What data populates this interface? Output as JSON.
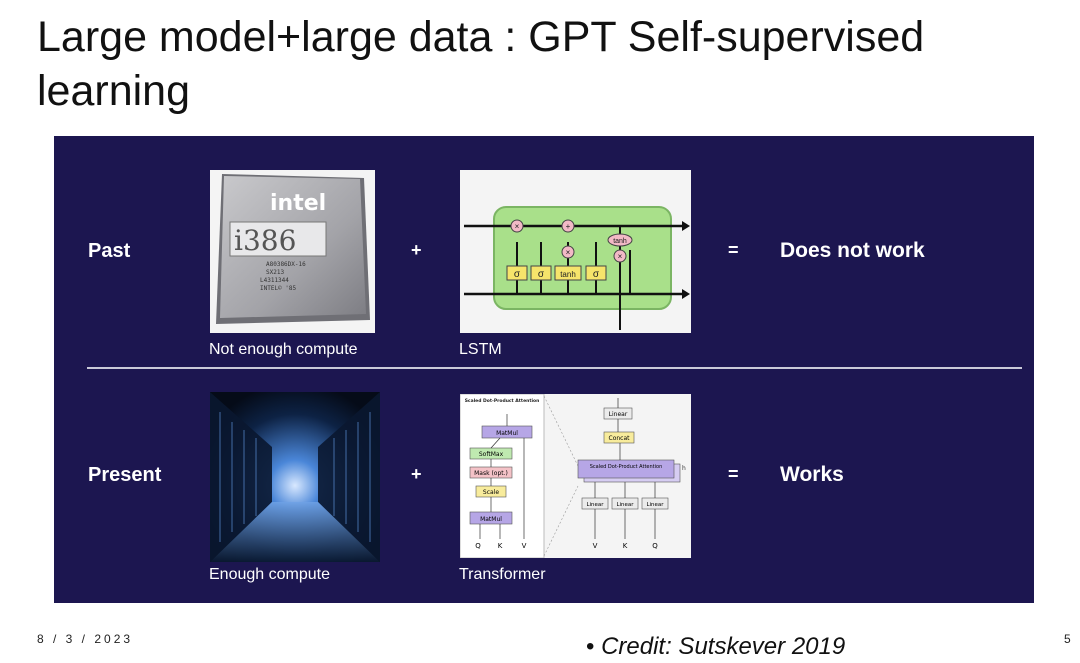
{
  "slide": {
    "title": "Large model+large data : GPT Self-supervised learning",
    "date": "8 / 3 / 2023",
    "page_number": "5",
    "credit_bullet": "•",
    "credit": "Credit: Sutskever 2019"
  },
  "rows": [
    {
      "label": "Past",
      "plus": "+",
      "equals": "=",
      "result": "Does not work",
      "left_caption": "Not enough compute",
      "right_caption": "LSTM"
    },
    {
      "label": "Present",
      "plus": "+",
      "equals": "=",
      "result": "Works",
      "left_caption": "Enough compute",
      "right_caption": "Transformer"
    }
  ],
  "chip": {
    "brand": "intel",
    "model": "i386",
    "lines": [
      "A80386DX-16",
      "SX213",
      "L4311344",
      "INTEL© '85"
    ]
  },
  "lstm": {
    "gates": [
      "σ",
      "σ",
      "tanh",
      "σ"
    ],
    "ops": [
      "×",
      "+",
      "×",
      "×"
    ],
    "out_tanh": "tanh"
  },
  "transformer": {
    "sdpa_title": "Scaled Dot-Product Attention",
    "sdpa_blocks": [
      "MatMul",
      "SoftMax",
      "Mask (opt.)",
      "Scale",
      "MatMul"
    ],
    "sdpa_inputs": [
      "Q",
      "K",
      "V"
    ],
    "mha_blocks": [
      "Linear",
      "Concat",
      "Scaled Dot-Product Attention"
    ],
    "mha_linears": [
      "Linear",
      "Linear",
      "Linear"
    ],
    "mha_inputs": [
      "V",
      "K",
      "Q"
    ],
    "h_label": "h"
  },
  "colors": {
    "panel_bg": "#1c1650",
    "lstm_cell": "#a9e08a",
    "lstm_gate": "#f6e46b",
    "lstm_op": "#f2b9c6",
    "tf_purple": "#b6a6e6",
    "tf_green": "#bfe9b0",
    "tf_pink": "#f4c2c7",
    "tf_yellow": "#f8ec9c"
  }
}
